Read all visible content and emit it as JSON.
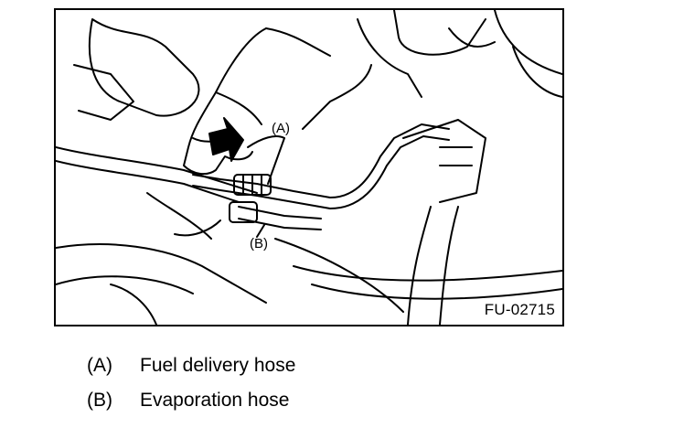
{
  "figure": {
    "code": "FU-02715",
    "callouts": [
      {
        "key": "(A)"
      },
      {
        "key": "(B)"
      }
    ]
  },
  "legend": [
    {
      "key": "(A)",
      "label": "Fuel delivery hose"
    },
    {
      "key": "(B)",
      "label": "Evaporation hose"
    }
  ]
}
